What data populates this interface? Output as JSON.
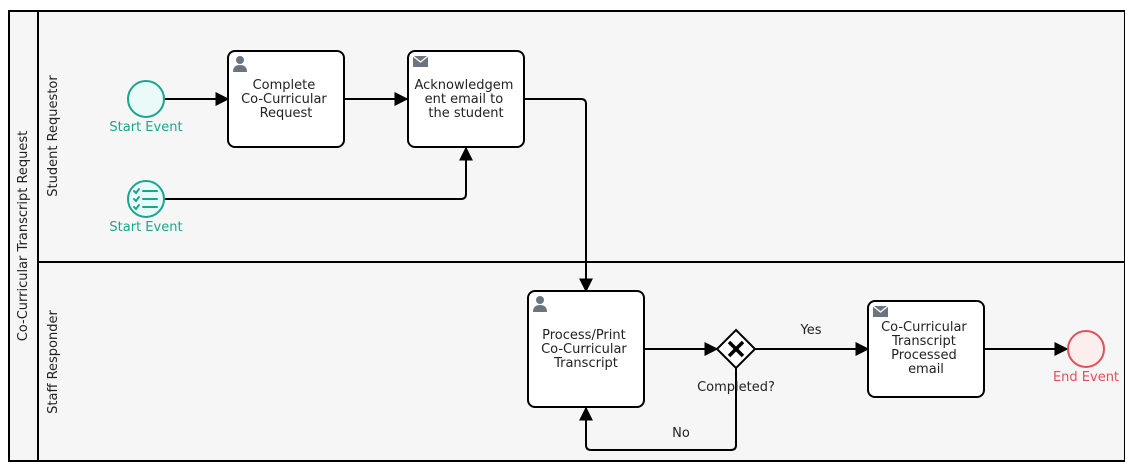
{
  "pool": {
    "label": "Co-Curricular Transcript Request"
  },
  "lanes": [
    {
      "label": "Student Requestor"
    },
    {
      "label": "Staff Responder"
    }
  ],
  "events": {
    "start1": {
      "label": "Start Event"
    },
    "start2": {
      "label": "Start Event"
    },
    "end": {
      "label": "End Event"
    }
  },
  "tasks": {
    "complete_request": {
      "lines": [
        "Complete",
        "Co-Curricular",
        "Request"
      ]
    },
    "ack_email": {
      "lines": [
        "Acknowledgem",
        "ent email to",
        "the student"
      ]
    },
    "process_print": {
      "lines": [
        "Process/Print",
        "Co-Curricular",
        "Transcript"
      ]
    },
    "processed_email": {
      "lines": [
        "Co-Curricular",
        "Transcript",
        "Processed",
        "email"
      ]
    }
  },
  "gateway": {
    "label": "Completed?"
  },
  "flows": {
    "yes_label": "Yes",
    "no_label": "No"
  },
  "colors": {
    "start": "#1aa58e",
    "end": "#e0505a",
    "lane_bg": "#f6f6f6",
    "icon": "#6b7580"
  }
}
